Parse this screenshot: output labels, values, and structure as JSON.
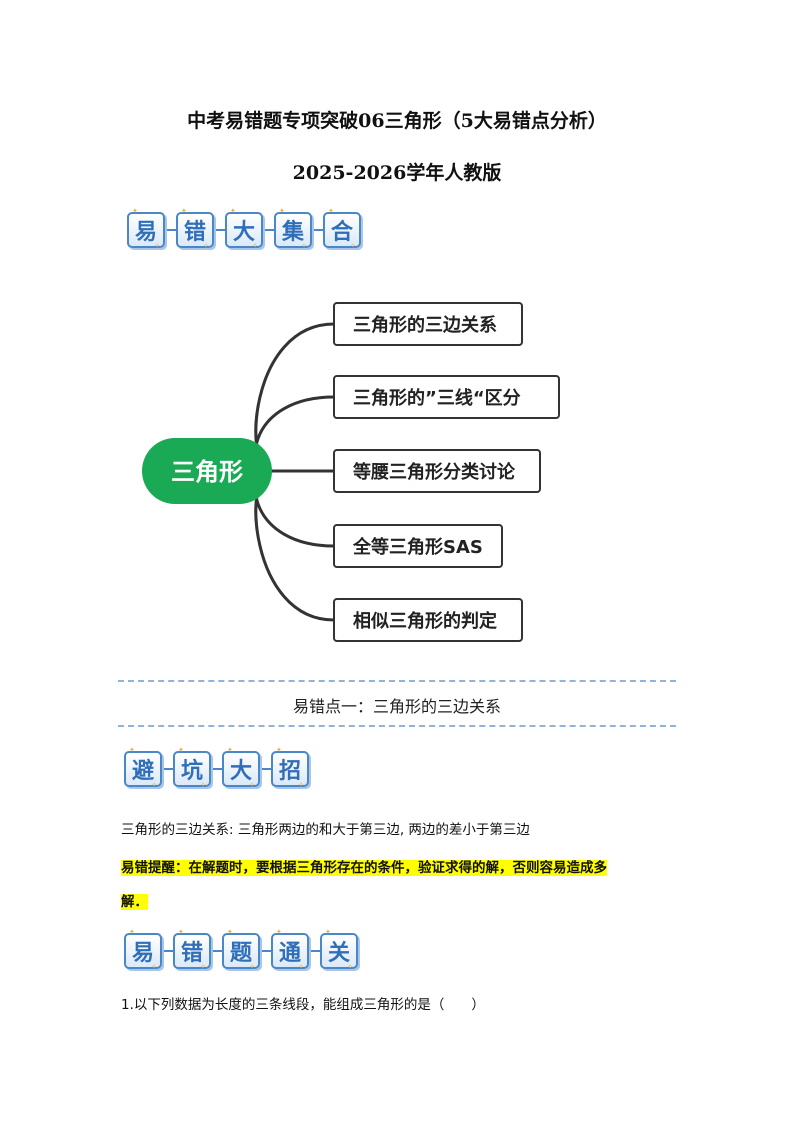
{
  "header": {
    "title": "中考易错题专项突破06三角形（5大易错点分析）",
    "subtitle": "2025-2026学年人教版"
  },
  "badges": {
    "collection": [
      "易",
      "错",
      "大",
      "集",
      "合"
    ],
    "avoid": [
      "避",
      "坑",
      "大",
      "招"
    ],
    "pass": [
      "易",
      "错",
      "题",
      "通",
      "关"
    ]
  },
  "mindmap": {
    "center": "三角形",
    "branches": [
      "三角形的三边关系",
      "三角形的”三线“区分",
      "等腰三角形分类讨论",
      "全等三角形SAS",
      "相似三角形的判定"
    ],
    "center_color": "#1aaa55",
    "line_color": "#333333"
  },
  "section": {
    "title": "易错点一：三角形的三边关系"
  },
  "content": {
    "rule": "三角形的三边关系: 三角形两边的和大于第三边, 两边的差小于第三边",
    "tip_line1": "易错提醒：在解题时，要根据三角形存在的条件，验证求得的解，否则容易造成多",
    "tip_line2": "解．",
    "question1": "1.以下列数据为长度的三条线段，能组成三角形的是（　　）"
  }
}
